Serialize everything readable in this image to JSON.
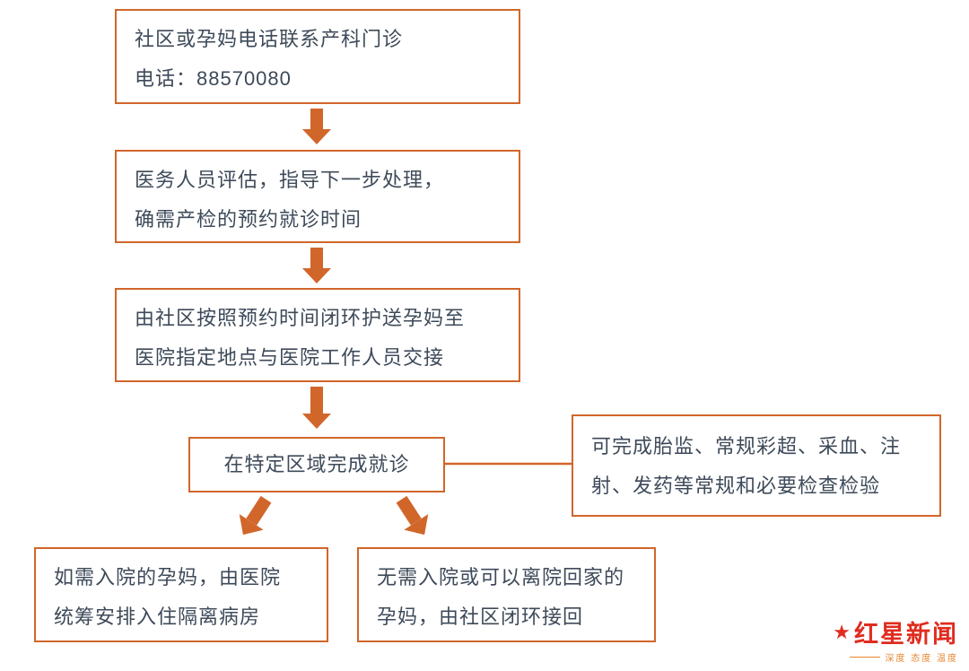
{
  "flowchart": {
    "box_contact": {
      "line1": "社区或孕妈电话联系产科门诊",
      "line2": "电话：88570080"
    },
    "box_assess": {
      "line1": "医务人员评估，指导下一步处理，",
      "line2": "确需产检的预约就诊时间"
    },
    "box_escort": {
      "line1": "由社区按照预约时间闭环护送孕妈至",
      "line2": "医院指定地点与医院工作人员交接"
    },
    "box_visit": {
      "line1": "在特定区域完成就诊"
    },
    "box_services": {
      "line1": "可完成胎监、常规彩超、采血、注",
      "line2": "射、发药等常规和必要检查检验"
    },
    "box_admit": {
      "line1": "如需入院的孕妈，由医院",
      "line2": "统筹安排入住隔离病房"
    },
    "box_return": {
      "line1": "无需入院或可以离院回家的",
      "line2": "孕妈，由社区闭环接回"
    }
  },
  "icons": {
    "down_arrow": "▼",
    "star": "★"
  },
  "logo": {
    "name": "红星新闻",
    "star": "★",
    "tagline": "深度 态度 温度"
  },
  "colors": {
    "border_orange": "#d1662b",
    "arrow_orange": "#d1662b",
    "text_dark": "#3e4a59",
    "logo_red": "#e02c1f",
    "tagline_orange": "#e8862f",
    "background": "#ffffff"
  }
}
